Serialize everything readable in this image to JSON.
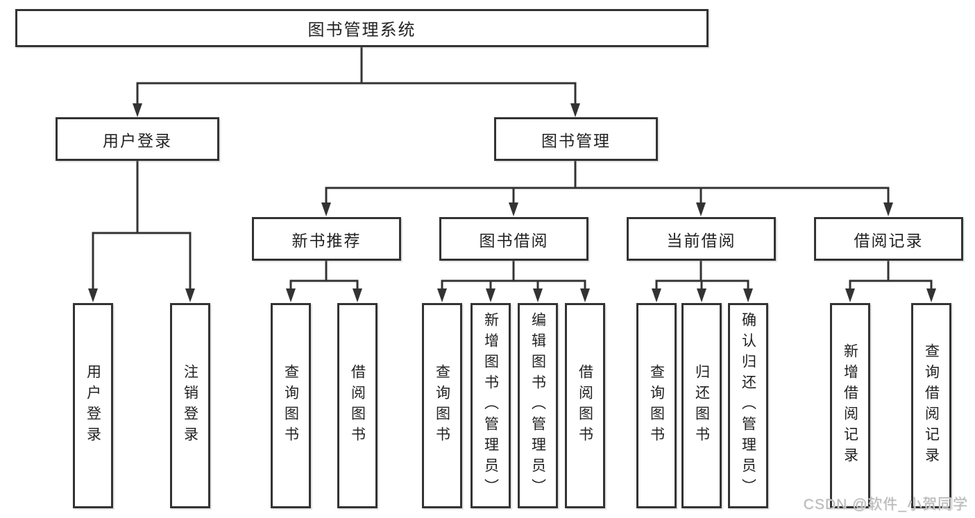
{
  "title": {
    "label": "图书管理系统"
  },
  "level1": {
    "user_login": {
      "label": "用户登录"
    },
    "book_management": {
      "label": "图书管理"
    }
  },
  "level2": {
    "new_book_recommend": {
      "label": "新书推荐"
    },
    "book_borrow": {
      "label": "图书借阅"
    },
    "current_borrow": {
      "label": "当前借阅"
    },
    "borrow_records": {
      "label": "借阅记录"
    }
  },
  "leaves": {
    "user_login": {
      "label": "用户登录"
    },
    "logout": {
      "label": "注销登录"
    },
    "query_book_recommend": {
      "label": "查询图书"
    },
    "borrow_book_recommend": {
      "label": "借阅图书"
    },
    "query_book_borrow": {
      "label": "查询图书"
    },
    "add_book_admin": {
      "label": "新增图书（管理员）"
    },
    "edit_book_admin": {
      "label": "编辑图书（管理员）"
    },
    "borrow_book_borrow": {
      "label": "借阅图书"
    },
    "query_book_current": {
      "label": "查询图书"
    },
    "return_book": {
      "label": "归还图书"
    },
    "confirm_return_admin": {
      "label": "确认归还（管理员）"
    },
    "add_borrow_record": {
      "label": "新增借阅记录"
    },
    "query_borrow_record": {
      "label": "查询借阅记录"
    }
  },
  "watermark": {
    "label": "CSDN @软件_小贺同学"
  },
  "colors": {
    "line": "#333333",
    "text": "#222222",
    "box_background": "#ffffff",
    "watermark": "#b8b8b8",
    "background": "#ffffff"
  }
}
